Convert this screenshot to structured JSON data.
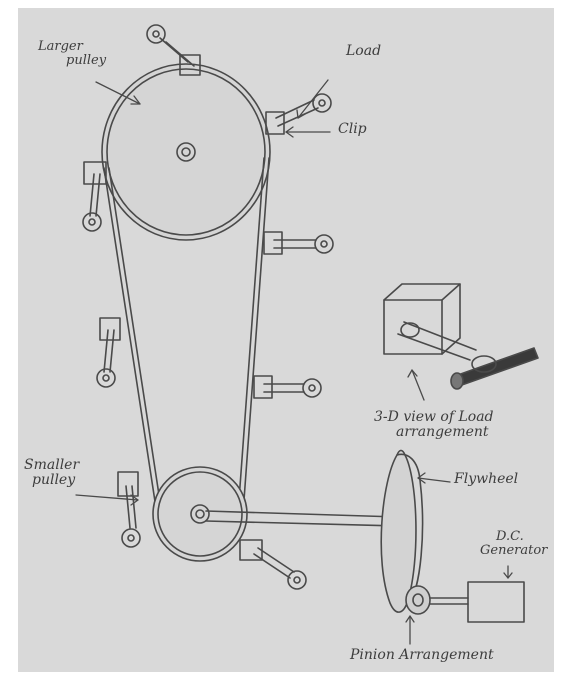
{
  "labels": {
    "larger_pulley_line1": "Larger",
    "larger_pulley_line2": "pulley",
    "load": "Load",
    "clip": "Clip",
    "smaller_pulley_line1": "Smaller",
    "smaller_pulley_line2": "pulley",
    "view_3d_line1": "3-D view of Load",
    "view_3d_line2": "arrangement",
    "flywheel": "Flywheel",
    "dc_generator_line1": "D.C.",
    "dc_generator_line2": "Generator",
    "pinion_arrangement": "Pinion Arrangement"
  },
  "colors": {
    "paper": "#d9d9d9",
    "pencil": "#4a4a4a",
    "shading": "#3a3a3a"
  }
}
